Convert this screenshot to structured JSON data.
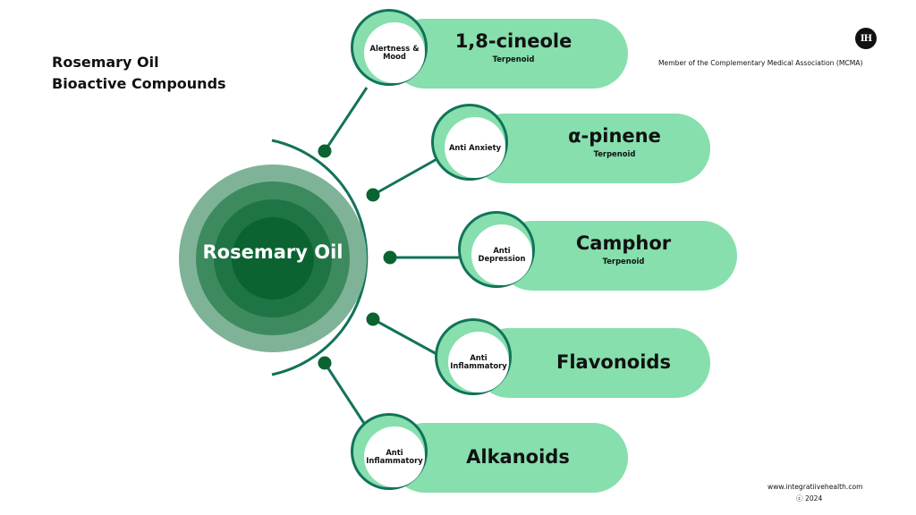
{
  "header": {
    "title_line1": "Rosemary Oil",
    "title_line2": "Bioactive Compounds"
  },
  "center": {
    "label": "Rosemary Oil"
  },
  "compounds": [
    {
      "benefit": "Alertness &\nMood",
      "name": "1,8-cineole",
      "type": "Terpenoid"
    },
    {
      "benefit": "Anti Anxiety",
      "name": "α-pinene",
      "type": "Terpenoid"
    },
    {
      "benefit": "Anti\nDepression",
      "name": "Camphor",
      "type": "Terpenoid"
    },
    {
      "benefit": "Anti\nInflammatory",
      "name": "Flavonoids",
      "type": ""
    },
    {
      "benefit": "Anti\nInflammatory",
      "name": "Alkanoids",
      "type": ""
    }
  ],
  "branding": {
    "logo_text": "IH",
    "membership": "Member of the Complementary Medical Association (MCMA)",
    "website": "www.integratiivehealth.com",
    "copyright": "ⓒ  2024"
  },
  "colors": {
    "pill": "#86dfad",
    "ring_border": "#13725a",
    "center_dark": "#0a6330",
    "center_light": "#7fb397"
  }
}
